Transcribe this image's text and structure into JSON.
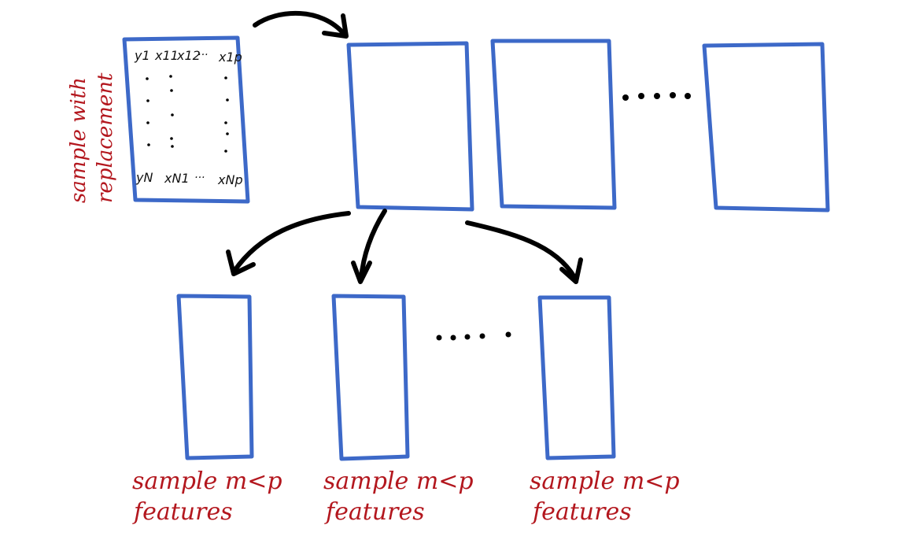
{
  "colors": {
    "box_stroke": "#3d69c8",
    "arrow": "#000000",
    "annotation": "#b3171e"
  },
  "matrix": {
    "row1": [
      "y1",
      "x11",
      "x12",
      "···",
      "x1p"
    ],
    "rowN": [
      "yN",
      "xN1",
      "···",
      "xNp"
    ]
  },
  "side_label": {
    "line1": "sample with",
    "line2": "replacement"
  },
  "captions": [
    {
      "line1": "sample m<p",
      "line2": "features"
    },
    {
      "line1": "sample m<p",
      "line2": "features"
    },
    {
      "line1": "sample m<p",
      "line2": "features"
    }
  ]
}
